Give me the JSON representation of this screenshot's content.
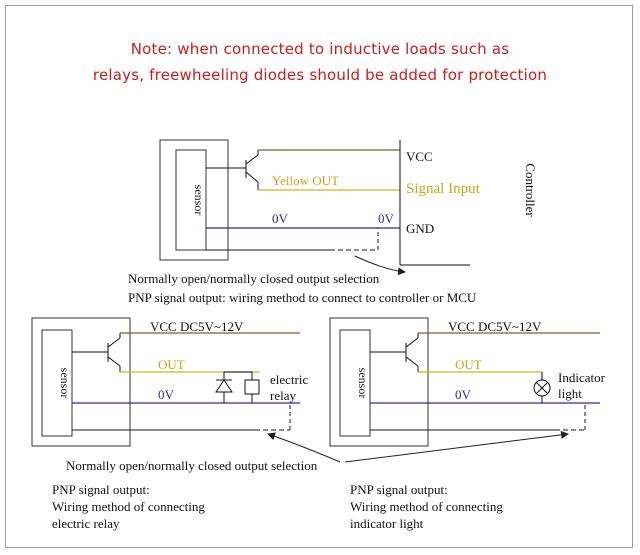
{
  "note": {
    "line1": "Note: when connected to inductive loads such as",
    "line2": "relays, freewheeling diodes should be added for protection"
  },
  "top_diagram": {
    "sensor_label": "sensor",
    "vcc": "VCC",
    "yellow_out": "Yellow OUT",
    "signal_input": "Signal Input",
    "zero_v_left": "0V",
    "zero_v_right": "0V",
    "gnd": "GND",
    "controller": "Controller",
    "selection_label": "Normally open/normally closed output selection",
    "caption": "PNP signal output: wiring method to connect to controller or MCU"
  },
  "left_diagram": {
    "sensor_label": "sensor",
    "vcc": "VCC DC5V~12V",
    "out": "OUT",
    "zero_v": "0V",
    "load_line1": "electric",
    "load_line2": "relay",
    "caption_line1": "PNP signal output:",
    "caption_line2": "Wiring method of connecting",
    "caption_line3": "electric relay"
  },
  "right_diagram": {
    "sensor_label": "sensor",
    "vcc": "VCC DC5V~12V",
    "out": "OUT",
    "zero_v": "0V",
    "load_line1": "Indicator",
    "load_line2": "light",
    "caption_line1": "PNP signal output:",
    "caption_line2": "Wiring method of connecting",
    "caption_line3": "indicator light"
  },
  "bottom_selection_label": "Normally open/normally closed output selection",
  "colors": {
    "note": "#c81d1d",
    "vcc_wire": "#8b5a2b",
    "out_wire": "#d4b21c",
    "zero_v_wire": "#2a2aa8",
    "black_wire": "#1a1a1a"
  }
}
